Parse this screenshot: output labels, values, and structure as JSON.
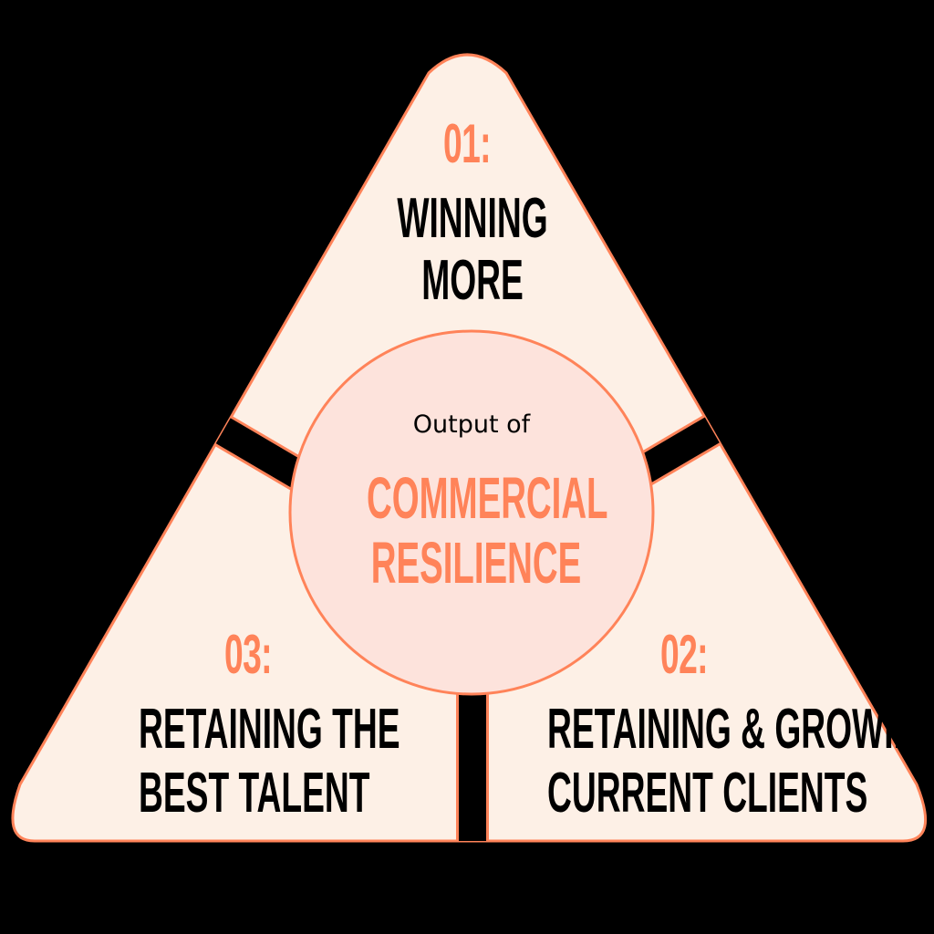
{
  "colors": {
    "background": "#000000",
    "segment_fill": "#fdf0e6",
    "circle_fill": "#fde3dc",
    "accent": "#ff8359",
    "text": "#000000"
  },
  "center": {
    "kicker": "Output of",
    "title_line1": "COMMERCIAL",
    "title_line2": "RESILIENCE"
  },
  "segments": [
    {
      "number": "01:",
      "line1": "WINNING",
      "line2": "MORE"
    },
    {
      "number": "02:",
      "line1": "RETAINING & GROWING",
      "line2": "CURRENT CLIENTS"
    },
    {
      "number": "03:",
      "line1": "RETAINING THE",
      "line2": "BEST TALENT"
    }
  ]
}
